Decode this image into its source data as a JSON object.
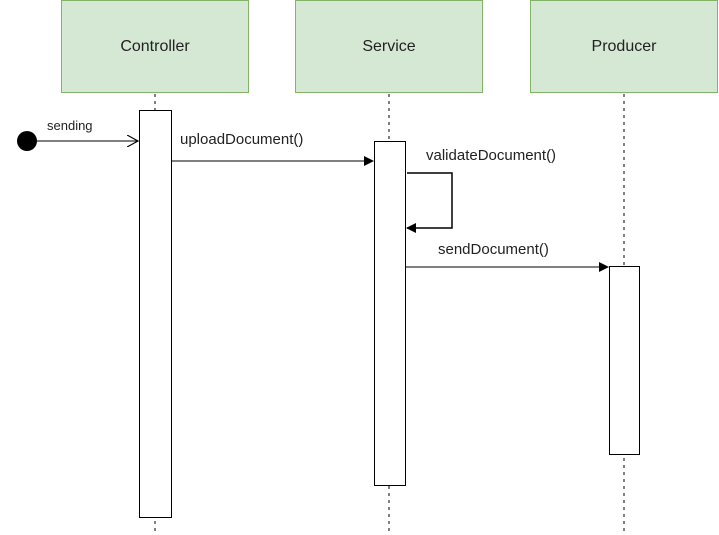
{
  "participants": {
    "controller": "Controller",
    "service": "Service",
    "producer": "Producer"
  },
  "messages": {
    "found": "sending",
    "upload": "uploadDocument()",
    "validate": "validateDocument()",
    "send": "sendDocument()"
  },
  "colors": {
    "participant_fill": "#d5e8d4",
    "participant_stroke": "#82b366",
    "line": "#000000"
  }
}
